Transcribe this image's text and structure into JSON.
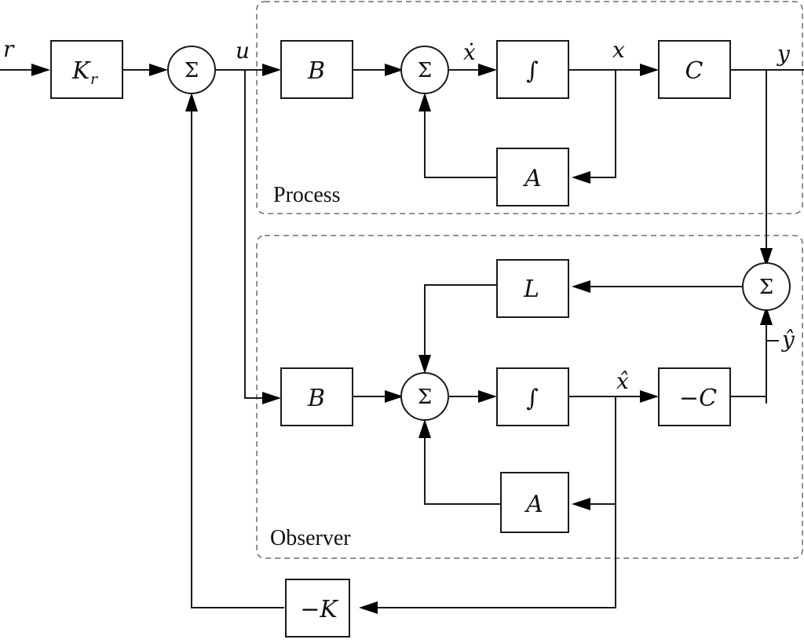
{
  "diagram": {
    "title": "State feedback with observer",
    "regions": {
      "process": "Process",
      "observer": "Observer"
    },
    "blocks": {
      "kr": "K",
      "kr_sub": "r",
      "b_process": "B",
      "int_process": "∫",
      "a_process": "A",
      "c_process": "C",
      "l_observer": "L",
      "b_observer": "B",
      "int_observer": "∫",
      "a_observer": "A",
      "negc_observer": "−C",
      "negk": "−K"
    },
    "summing_junctions": {
      "symbol": "Σ"
    },
    "signals": {
      "r": "r",
      "u": "u",
      "xdot": "ẋ",
      "x": "x",
      "y": "y",
      "xhat": "x̂",
      "yhat": "ŷ"
    }
  }
}
